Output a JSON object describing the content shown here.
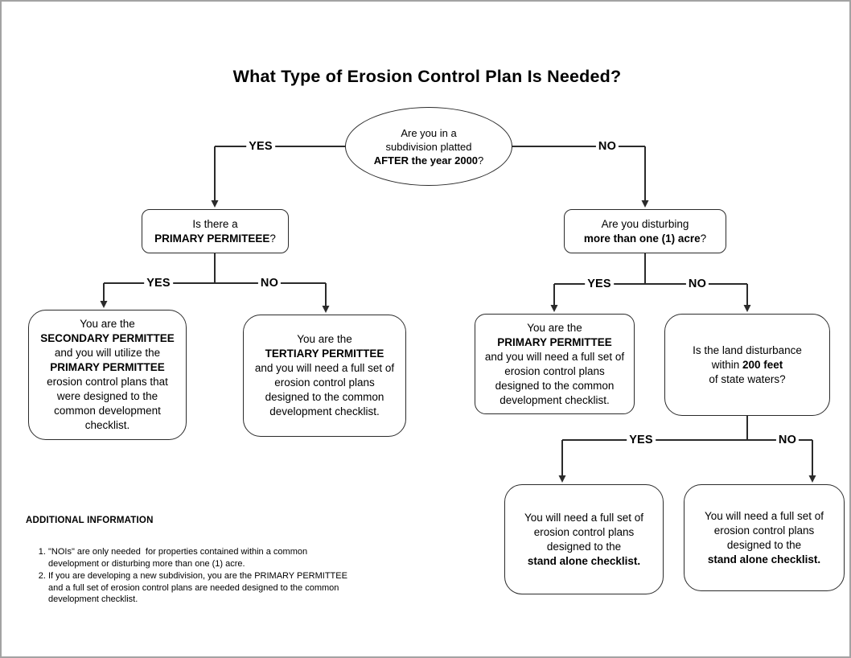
{
  "title": "What Type of Erosion Control Plan Is Needed?",
  "colors": {
    "background": "#ffffff",
    "line": "#2b2b2b",
    "text": "#000000",
    "page_border": "#a3a3a3"
  },
  "nodes": {
    "root": {
      "shape": "ellipse",
      "lines": [
        [
          {
            "t": "Are you in a"
          }
        ],
        [
          {
            "t": "subdivision platted"
          }
        ],
        [
          {
            "t": "AFTER the year 2000",
            "b": true
          },
          {
            "t": "?"
          }
        ]
      ]
    },
    "primary_permittee_question": {
      "shape": "rounded-rect",
      "lines": [
        [
          {
            "t": "Is there a"
          }
        ],
        [
          {
            "t": "PRIMARY PERMITEEE",
            "b": true
          },
          {
            "t": "?"
          }
        ]
      ]
    },
    "disturbing_question": {
      "shape": "rounded-rect",
      "lines": [
        [
          {
            "t": "Are you disturbing"
          }
        ],
        [
          {
            "t": "more than one (1) acre",
            "b": true
          },
          {
            "t": "?"
          }
        ]
      ]
    },
    "secondary_result": {
      "lines": [
        [
          {
            "t": "You are the"
          }
        ],
        [
          {
            "t": "SECONDARY PERMITTEE",
            "b": true
          }
        ],
        [
          {
            "t": "and you will utilize the"
          }
        ],
        [
          {
            "t": "PRIMARY PERMITTEE",
            "b": true
          }
        ],
        [
          {
            "t": "erosion control plans that"
          }
        ],
        [
          {
            "t": "were designed to the"
          }
        ],
        [
          {
            "t": "common development"
          }
        ],
        [
          {
            "t": "checklist."
          }
        ]
      ]
    },
    "tertiary_result": {
      "lines": [
        [
          {
            "t": "You are the"
          }
        ],
        [
          {
            "t": "TERTIARY PERMITTEE",
            "b": true
          }
        ],
        [
          {
            "t": "and you will need a full set of"
          }
        ],
        [
          {
            "t": "erosion control plans"
          }
        ],
        [
          {
            "t": "designed to the common"
          }
        ],
        [
          {
            "t": "development checklist."
          }
        ]
      ]
    },
    "primary_result": {
      "lines": [
        [
          {
            "t": "You are the"
          }
        ],
        [
          {
            "t": "PRIMARY PERMITTEE",
            "b": true
          }
        ],
        [
          {
            "t": "and you will need a full set of"
          }
        ],
        [
          {
            "t": "erosion control plans"
          }
        ],
        [
          {
            "t": "designed to the common"
          }
        ],
        [
          {
            "t": "development checklist."
          }
        ]
      ]
    },
    "state_waters_question": {
      "lines": [
        [
          {
            "t": "Is the land disturbance"
          }
        ],
        [
          {
            "t": "within "
          },
          {
            "t": "200 feet",
            "b": true
          }
        ],
        [
          {
            "t": "of state waters?"
          }
        ]
      ]
    },
    "standalone_yes_result": {
      "lines": [
        [
          {
            "t": "You will need a full set of"
          }
        ],
        [
          {
            "t": "erosion control plans"
          }
        ],
        [
          {
            "t": "designed to the"
          }
        ],
        [
          {
            "t": "stand alone checklist.",
            "b": true
          }
        ]
      ]
    },
    "standalone_no_result": {
      "lines": [
        [
          {
            "t": "You will need a full set of"
          }
        ],
        [
          {
            "t": "erosion control plans"
          }
        ],
        [
          {
            "t": "designed to the"
          }
        ],
        [
          {
            "t": "stand alone checklist.",
            "b": true
          }
        ]
      ]
    }
  },
  "branch_labels": {
    "root_yes": "YES",
    "root_no": "NO",
    "primary_yes": "YES",
    "primary_no": "NO",
    "disturbing_yes": "YES",
    "disturbing_no": "NO",
    "waters_yes": "YES",
    "waters_no": "NO"
  },
  "additional_info": {
    "heading": "ADDITIONAL INFORMATION",
    "items": [
      "\"NOIs\" are only needed  for properties contained within a common\ndevelopment or disturbing more than one (1) acre.",
      "If you are developing a new subdivision, you are the PRIMARY PERMITTEE\nand a full set of erosion control plans are needed designed to the common\ndevelopment checklist."
    ]
  }
}
